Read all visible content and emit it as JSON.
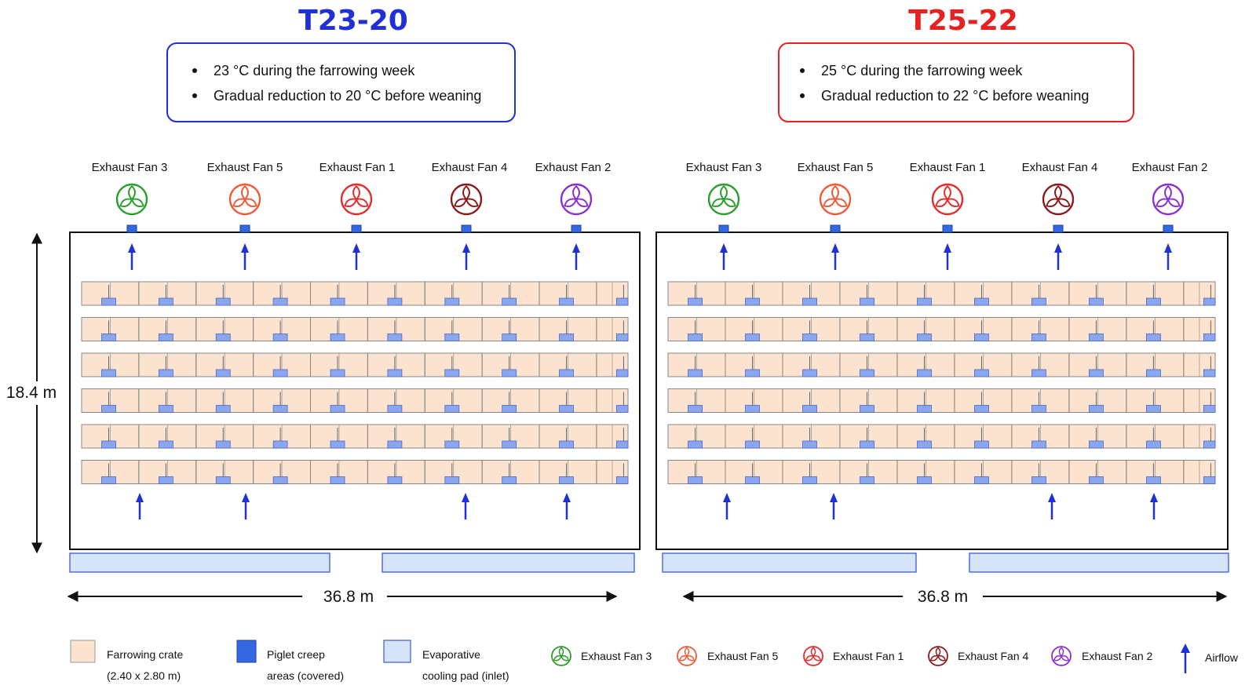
{
  "panels": [
    {
      "title": "T23-20",
      "accent": "#1f30d6",
      "bullets": [
        "23 °C during the farrowing week",
        "Gradual reduction to 20 °C before weaning"
      ],
      "fans": [
        "Exhaust Fan 3",
        "Exhaust Fan 5",
        "Exhaust Fan 1",
        "Exhaust Fan 4",
        "Exhaust Fan 2"
      ],
      "width_label": "36.8 m"
    },
    {
      "title": "T25-22",
      "accent": "#e52121",
      "bullets": [
        "25 °C during the farrowing week",
        "Gradual reduction to 22 °C before weaning"
      ],
      "fans": [
        "Exhaust Fan 3",
        "Exhaust Fan 5",
        "Exhaust Fan 1",
        "Exhaust Fan 4",
        "Exhaust Fan 2"
      ],
      "width_label": "36.8 m"
    }
  ],
  "height_label": "18.4 m",
  "fan_colors": {
    "Exhaust Fan 3": "#2a9d2a",
    "Exhaust Fan 5": "#ef5a36",
    "Exhaust Fan 1": "#e52b2b",
    "Exhaust Fan 4": "#8b1a1a",
    "Exhaust Fan 2": "#8a2fd0"
  },
  "legend": {
    "crate": [
      "Farrowing crate",
      "(2.40 x 2.80 m)"
    ],
    "creep": [
      "Piglet creep",
      "areas (covered)"
    ],
    "pad": [
      "Evaporative",
      "cooling pad (inlet)"
    ],
    "fans": [
      "Exhaust Fan 3",
      "Exhaust Fan 5",
      "Exhaust Fan 1",
      "Exhaust Fan 4",
      "Exhaust Fan 2"
    ],
    "airflow": "Airflow"
  },
  "colors": {
    "crate_fill": "#fbe3cf",
    "creep_fill": "#8aa6ee",
    "pad_fill": "#d6e4fb",
    "pad_stroke": "#3a5bd0",
    "arrow": "#1f30d6"
  }
}
